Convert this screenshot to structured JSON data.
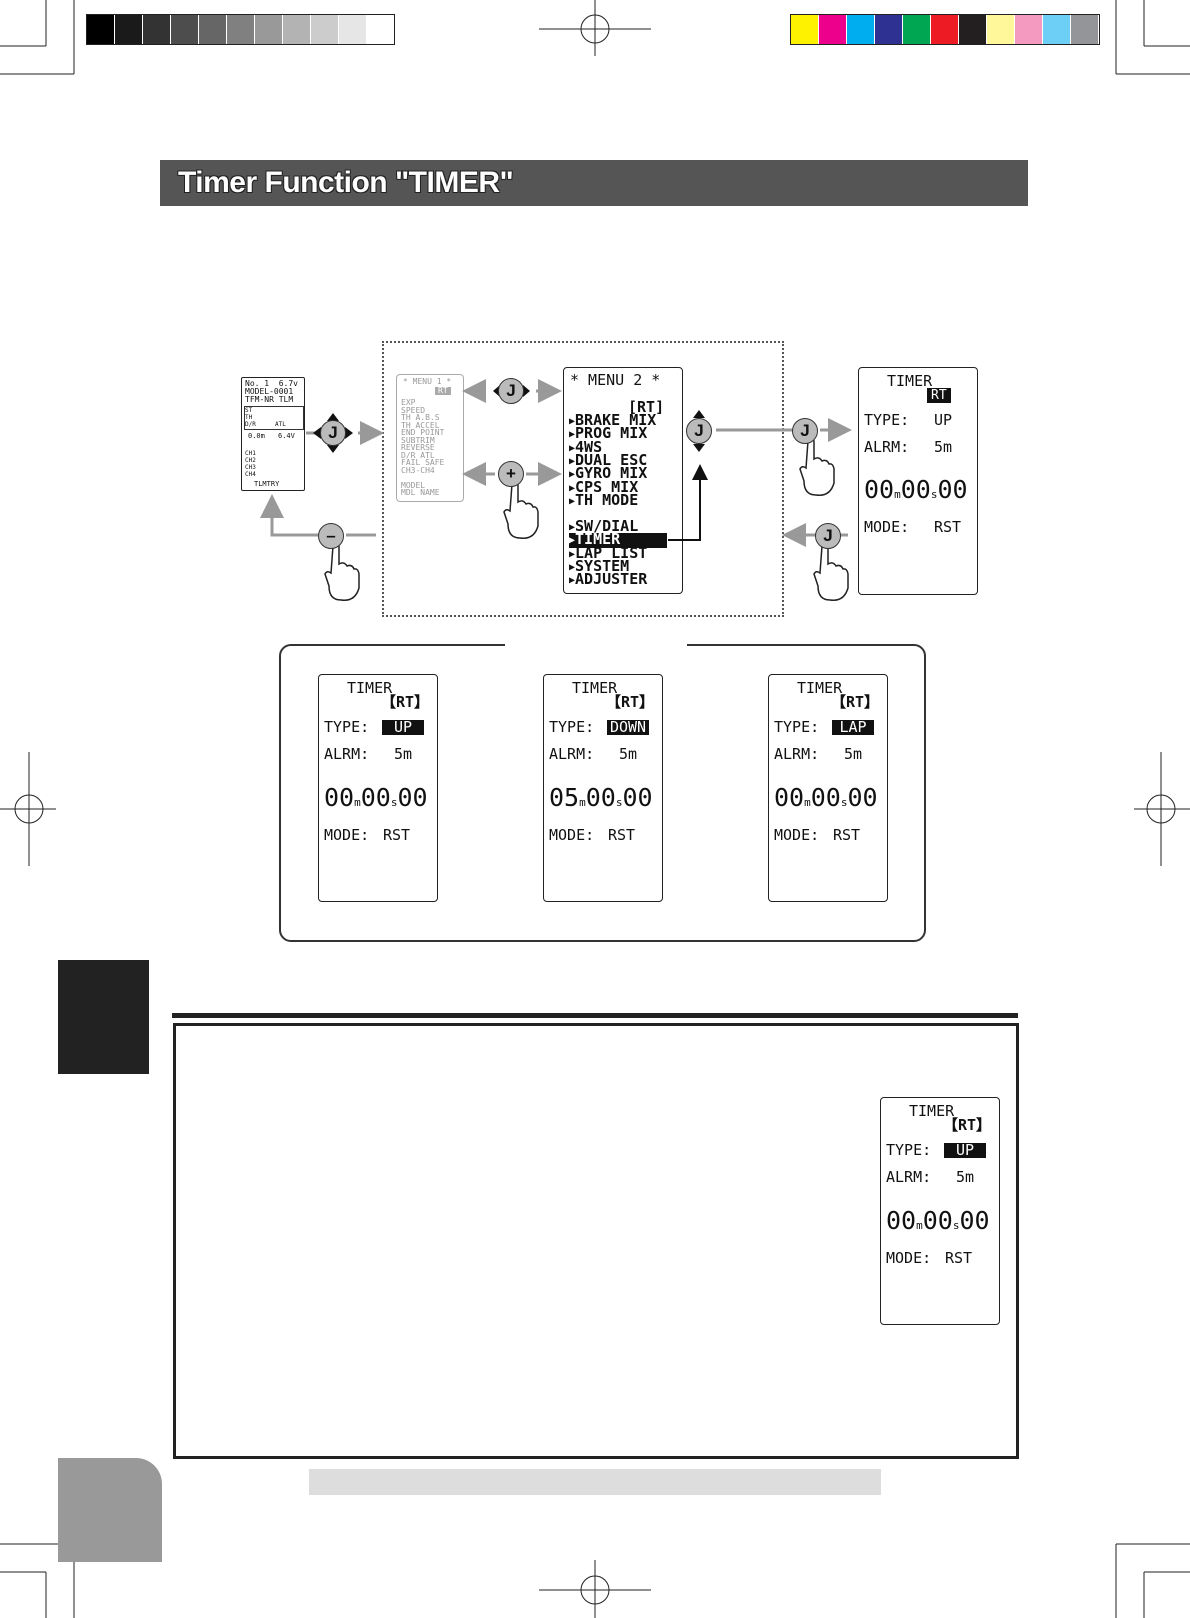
{
  "header": {
    "title": "Timer Function \"TIMER\""
  },
  "colors": {
    "title_bar": "#555555",
    "gray_swatches": [
      "#000000",
      "#1a1a1a",
      "#333333",
      "#4d4d4d",
      "#666666",
      "#808080",
      "#999999",
      "#b3b3b3",
      "#cccccc",
      "#e6e6e6",
      "#ffffff"
    ],
    "color_swatches": [
      "#fff200",
      "#ec008c",
      "#00aeef",
      "#2e3192",
      "#00a651",
      "#ed1c24",
      "#231f20",
      "#fff799",
      "#f49ac1",
      "#6dcff6",
      "#939598"
    ],
    "side_tab": "#222222",
    "page_tab": "#999999"
  },
  "home_screen": {
    "line1": "No. 1  6.7v",
    "line2": "MODEL-0001",
    "line3": "TFM-NR TLM",
    "st": "ST",
    "th": "TH",
    "dr": "D/R",
    "atl": "ATL",
    "val1": "0.0m",
    "val2": "6.4V",
    "ch": [
      "CH1",
      "CH2",
      "CH3",
      "CH4"
    ],
    "footer": "TLMTRY"
  },
  "menu1": {
    "title": "* MENU 1 *",
    "tag": "RT",
    "items": [
      "EXP",
      "SPEED",
      "TH A.B.S",
      "TH ACCEL",
      "END POINT",
      "SUBTRIM",
      "REVERSE",
      "D/R ATL",
      "FAIL SAFE",
      "CH3-CH4",
      "",
      "MODEL",
      "MDL NAME"
    ]
  },
  "menu2": {
    "title": "* MENU 2 *",
    "tag": "[RT]",
    "items": [
      "BRAKE MIX",
      "PROG MIX",
      "4WS",
      "DUAL ESC",
      "GYRO MIX",
      "CPS MIX",
      "TH MODE"
    ],
    "items2": [
      "SW/DIAL",
      "TIMER",
      "LAP LIST",
      "SYSTEM",
      "ADJUSTER"
    ],
    "selected": "TIMER"
  },
  "buttons": {
    "j": "J",
    "plus": "+",
    "minus": "–"
  },
  "timer_main": {
    "title": "TIMER",
    "tag": "RT",
    "type_label": "TYPE:",
    "type_value": "UP",
    "alrm_label": "ALRM:",
    "alrm_value": "5m",
    "time_m": "00",
    "time_s": "00",
    "time_f": "00",
    "unit_m": "m",
    "unit_s": "s",
    "mode_label": "MODE:",
    "mode_value": "RST"
  },
  "timer_variants": [
    {
      "title": "TIMER",
      "tag": "【RT】",
      "type_label": "TYPE:",
      "type_value": "UP",
      "alrm_label": "ALRM:",
      "alrm_value": "5m",
      "time_m": "00",
      "time_s": "00",
      "time_f": "00",
      "unit_m": "m",
      "unit_s": "s",
      "mode_label": "MODE:",
      "mode_value": "RST"
    },
    {
      "title": "TIMER",
      "tag": "【RT】",
      "type_label": "TYPE:",
      "type_value": "DOWN",
      "alrm_label": "ALRM:",
      "alrm_value": "5m",
      "time_m": "05",
      "time_s": "00",
      "time_f": "00",
      "unit_m": "m",
      "unit_s": "s",
      "mode_label": "MODE:",
      "mode_value": "RST"
    },
    {
      "title": "TIMER",
      "tag": "【RT】",
      "type_label": "TYPE:",
      "type_value": "LAP",
      "alrm_label": "ALRM:",
      "alrm_value": "5m",
      "time_m": "00",
      "time_s": "00",
      "time_f": "00",
      "unit_m": "m",
      "unit_s": "s",
      "mode_label": "MODE:",
      "mode_value": "RST"
    }
  ],
  "timer_lower": {
    "title": "TIMER",
    "tag": "【RT】",
    "type_label": "TYPE:",
    "type_value": "UP",
    "alrm_label": "ALRM:",
    "alrm_value": "5m",
    "time_m": "00",
    "time_s": "00",
    "time_f": "00",
    "unit_m": "m",
    "unit_s": "s",
    "mode_label": "MODE:",
    "mode_value": "RST"
  }
}
